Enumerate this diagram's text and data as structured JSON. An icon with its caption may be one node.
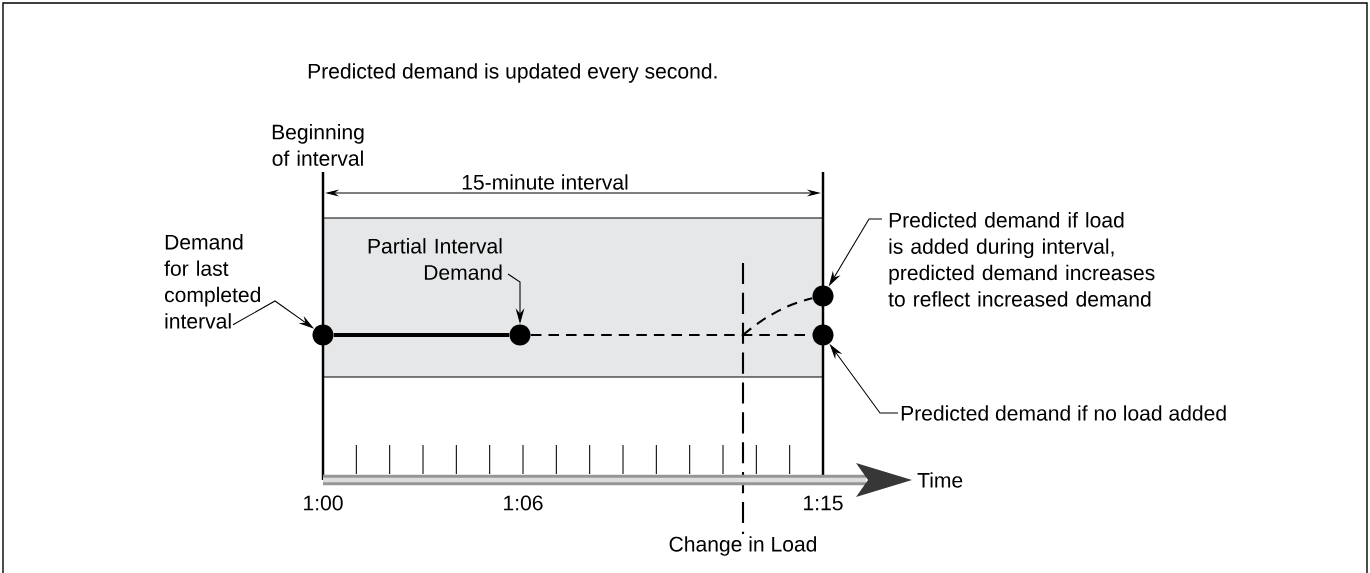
{
  "diagram": {
    "nodes": [
      {
        "text": [
          "Demand for last completed interval"
        ]
      },
      {
        "text": [],
        "shape": "circle"
      },
      {
        "text": [
          "Partial Interval Demand"
        ]
      },
      {
        "text": [],
        "shape": "circle"
      },
      {
        "text": [
          "Predicted demand if load is added during interval, predicted demand increases to reflect increased demand"
        ]
      },
      {
        "text": [],
        "shape": "circle"
      },
      {
        "text": [
          "Predicted demand if no load added"
        ]
      },
      {
        "text": [],
        "shape": "circle"
      }
    ],
    "edges": [
      {
        "from": 0,
        "to": 1,
        "arrow": "to"
      },
      {
        "from": 2,
        "to": 3,
        "arrow": "to"
      },
      {
        "from": 4,
        "to": 5,
        "arrow": "to"
      },
      {
        "from": 6,
        "to": 7,
        "arrow": "to"
      },
      {
        "from": 1,
        "to": 3,
        "arrow": "none",
        "style": "thick"
      },
      {
        "from": 3,
        "to": 7,
        "arrow": "none",
        "style": "dashed"
      },
      {
        "from": null,
        "to": 5,
        "arrow": "none",
        "style": "dashed"
      }
    ],
    "labels": [
      "Predicted demand is updated every second.",
      "Beginning of interval",
      "15-minute interval",
      "1:00",
      "1:06",
      "1:15",
      "Time",
      "Change in Load"
    ]
  }
}
